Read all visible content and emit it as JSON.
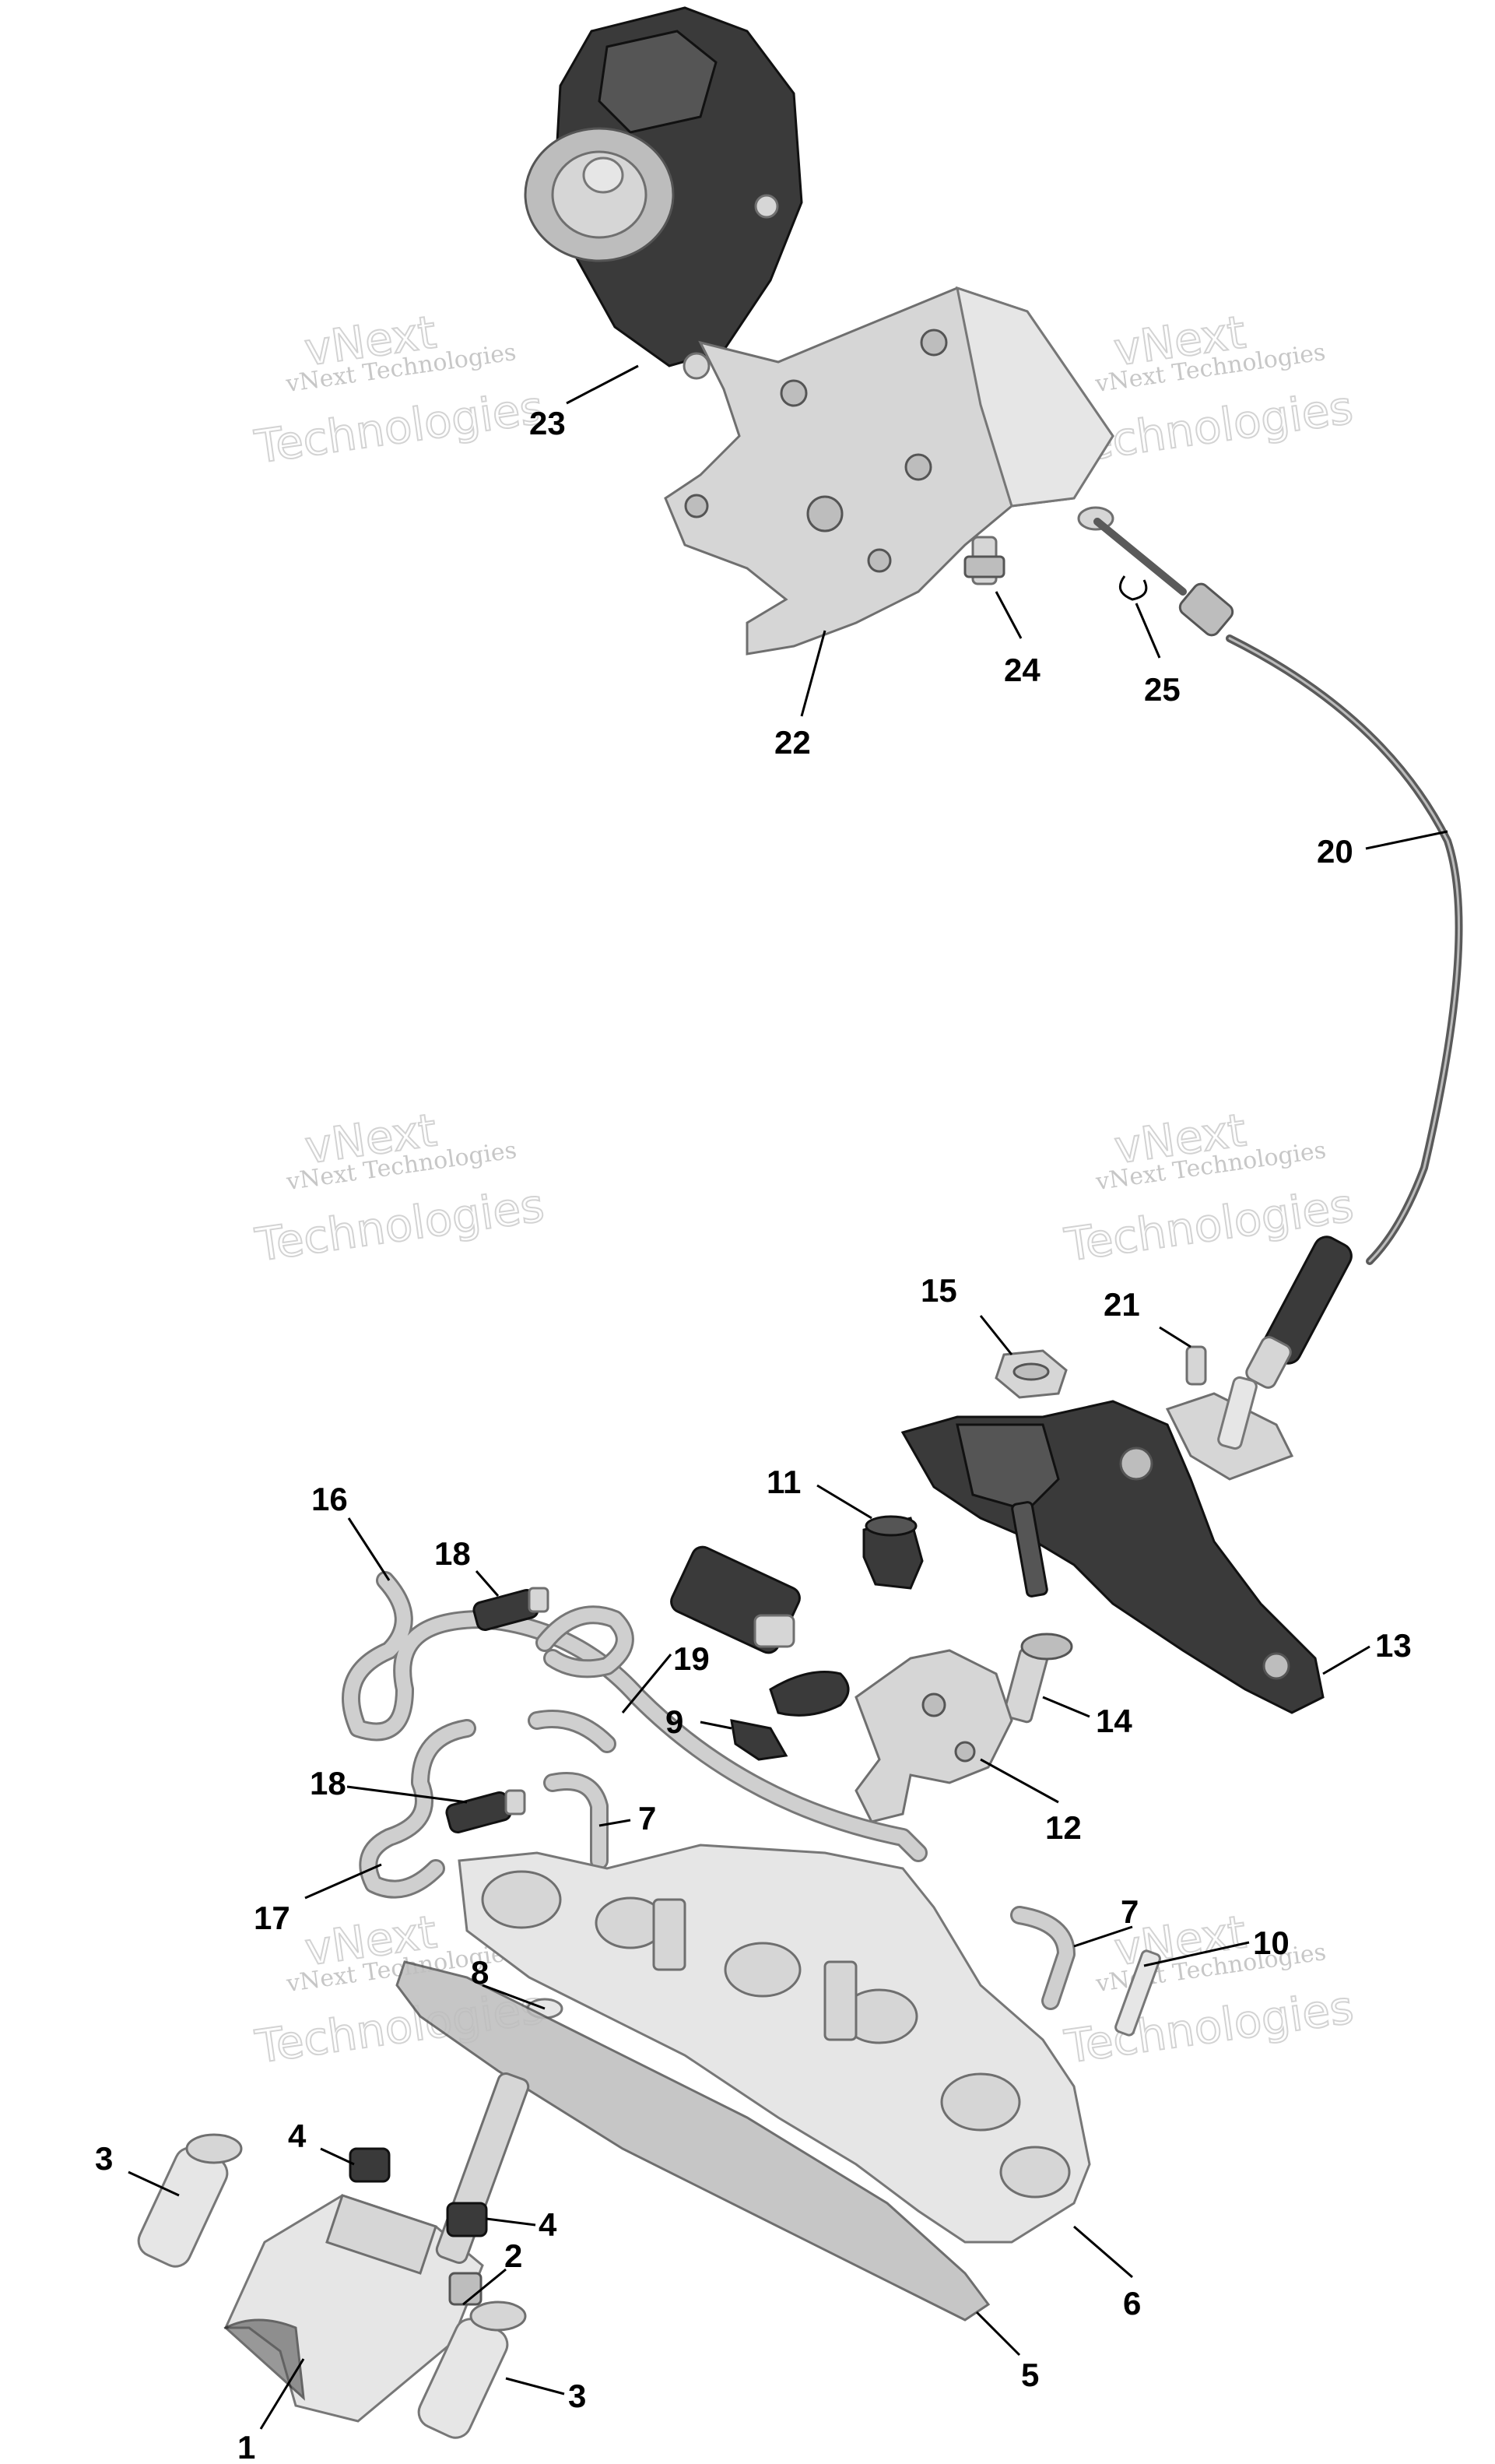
{
  "callouts": {
    "c1": "1",
    "c2": "2",
    "c3a": "3",
    "c3b": "3",
    "c4a": "4",
    "c4b": "4",
    "c5": "5",
    "c6": "6",
    "c7a": "7",
    "c7b": "7",
    "c8": "8",
    "c9": "9",
    "c10": "10",
    "c11": "11",
    "c12": "12",
    "c13": "13",
    "c14": "14",
    "c15": "15",
    "c16": "16",
    "c17": "17",
    "c18a": "18",
    "c18b": "18",
    "c19": "19",
    "c20": "20",
    "c21": "21",
    "c22": "22",
    "c23": "23",
    "c24": "24",
    "c25": "25"
  },
  "watermark": {
    "line1": "vNext",
    "line2": "vNext Technologies",
    "line3": "Technologies"
  }
}
